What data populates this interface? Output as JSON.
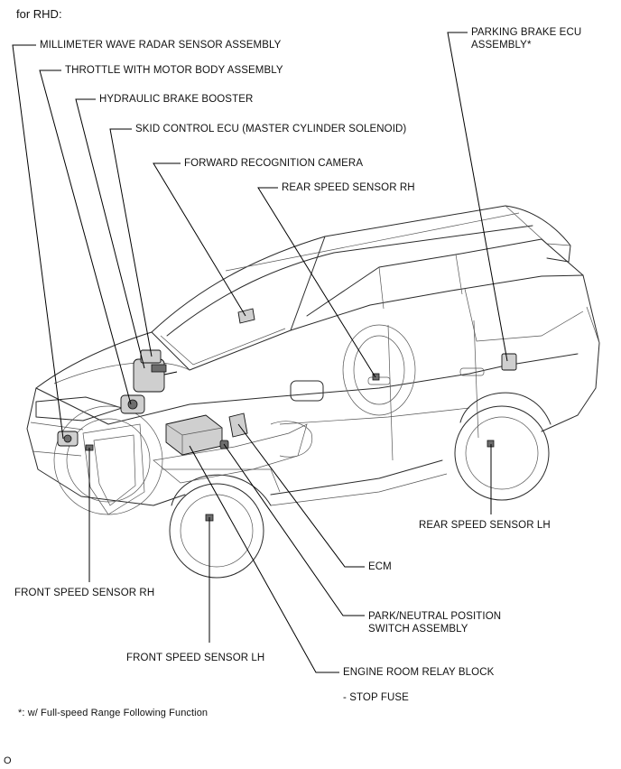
{
  "header": {
    "title": "for RHD:"
  },
  "labels": {
    "millimeter_wave_radar": "MILLIMETER WAVE RADAR SENSOR ASSEMBLY",
    "throttle_motor_body": "THROTTLE WITH MOTOR BODY ASSEMBLY",
    "hydraulic_brake_booster": "HYDRAULIC BRAKE BOOSTER",
    "skid_control_ecu": "SKID CONTROL ECU (MASTER CYLINDER SOLENOID)",
    "forward_camera": "FORWARD RECOGNITION CAMERA",
    "rear_speed_sensor_rh": "REAR SPEED SENSOR RH",
    "parking_brake_ecu_line1": "PARKING BRAKE ECU",
    "parking_brake_ecu_line2": "ASSEMBLY*",
    "rear_speed_sensor_lh": "REAR SPEED SENSOR LH",
    "ecm": "ECM",
    "park_neutral_line1": "PARK/NEUTRAL POSITION",
    "park_neutral_line2": "SWITCH ASSEMBLY",
    "front_speed_sensor_rh": "FRONT SPEED SENSOR RH",
    "front_speed_sensor_lh": "FRONT SPEED SENSOR LH",
    "engine_room_relay_block": "ENGINE ROOM RELAY BLOCK",
    "stop_fuse": "- STOP FUSE"
  },
  "footnote": "*: w/ Full-speed Range Following Function",
  "corner_code": "O"
}
